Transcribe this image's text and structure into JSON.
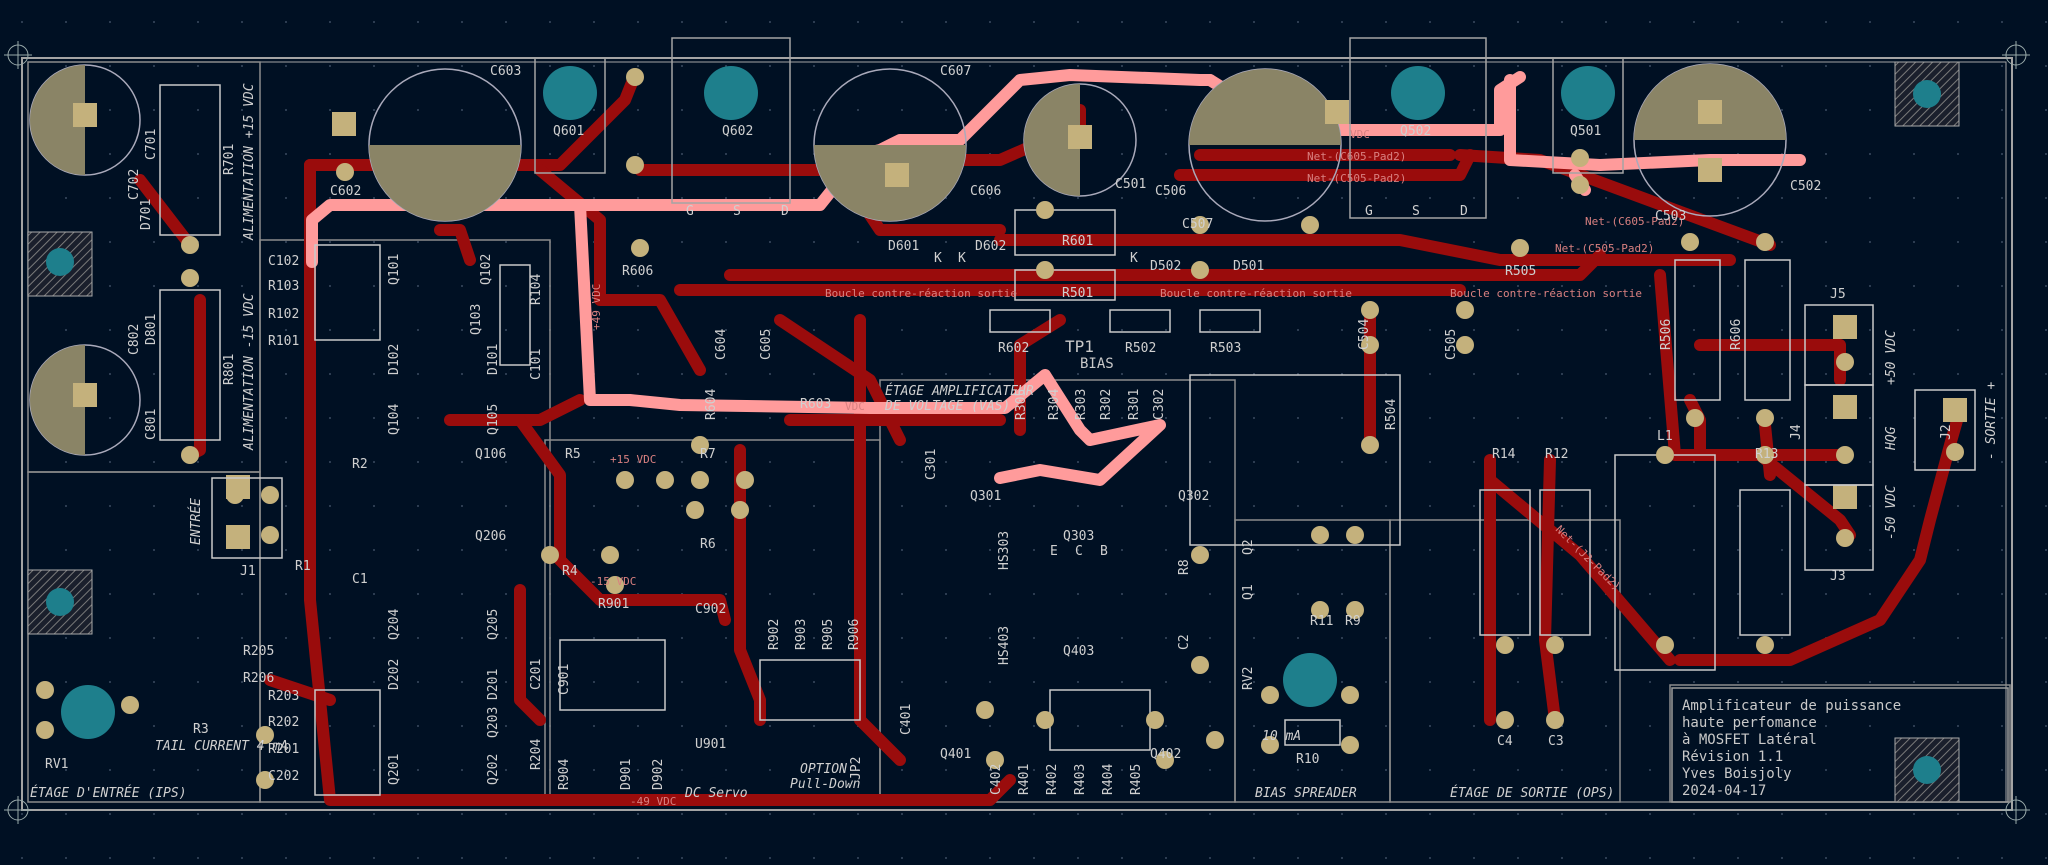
{
  "colors": {
    "background": "#001023",
    "board_outline": "#a4a4a4",
    "silkscreen": "#d0d0d0",
    "copper_trace": "#9a0c0c",
    "highlighted_trace": "#ff9b9b",
    "pad": "#c4b17c",
    "hole": "#1e7f8c"
  },
  "sections": {
    "ips": "ÉTAGE D'ENTRÉE (IPS)",
    "vas_l1": "ÉTAGE AMPLIFICATEUR",
    "vas_l2": "DE VOLTAGE (VAS)",
    "dc_servo": "DC Servo",
    "bias": "BIAS SPREADER",
    "ops": "ÉTAGE DE SORTIE (OPS)",
    "alim_pos": "ALIMENTATION +15 VDC",
    "alim_neg": "ALIMENTATION -15 VDC",
    "option_l1": "OPTION",
    "option_l2": "Pull-Down",
    "tail_current": "TAIL CURRENT 4 mA",
    "bias_current": "10 mA",
    "entree": "ENTRÉE",
    "sortie": "- SORTIE +",
    "tp1": "TP1",
    "tp1_sub": "BIAS",
    "v49": "+49 VDC",
    "v15": "+15 VDC",
    "vn15": "-15 VDC",
    "vn49": "-49 VDC",
    "v50": "+50 VDC",
    "vn50": "-50 VDC",
    "hq": "HQG",
    "vdc": "VDC"
  },
  "title_block": [
    "Amplificateur de puissance",
    "haute perfomance",
    "à MOSFET Latéral",
    "Révision 1.1",
    "Yves Boisjoly",
    "2024-04-17"
  ],
  "net_labels": {
    "c605_a": "Net-(C605-Pad2)",
    "c605_b": "Net-(C505-Pad2)",
    "c605_c": "Net-(C605-Pad2)",
    "c505": "Net-(C505-Pad2)",
    "j2": "Net-(J2-Pad2)",
    "boucle": "Boucle contre-réaction sortie"
  },
  "refs": {
    "C603": "C603",
    "C607": "C607",
    "Q601": "Q601",
    "Q602": "Q602",
    "Q502": "Q502",
    "Q501": "Q501",
    "C701": "C701",
    "R701": "R701",
    "C702": "C702",
    "D701": "D701",
    "C602": "C602",
    "C606": "C606",
    "C501": "C501",
    "C506": "C506",
    "C503": "C503",
    "C502": "C502",
    "C507": "C507",
    "R601": "R601",
    "R501": "R501",
    "D601": "D601",
    "D602": "D602",
    "D502": "D502",
    "D501": "D501",
    "R606": "R606",
    "R505": "R505",
    "C102": "C102",
    "R103": "R103",
    "R102": "R102",
    "R101": "R101",
    "Q101": "Q101",
    "Q102": "Q102",
    "Q103": "Q103",
    "R104": "R104",
    "D102": "D102",
    "D101": "D101",
    "C101": "C101",
    "Q104": "Q104",
    "Q105": "Q105",
    "C802": "C802",
    "D801": "D801",
    "R801": "R801",
    "C801": "C801",
    "C604": "C604",
    "C605": "C605",
    "R602": "R602",
    "R502": "R502",
    "R503": "R503",
    "C504": "C504",
    "C505": "C505",
    "R504": "R504",
    "R603": "R603",
    "R604": "R604",
    "R506": "R506",
    "R606b": "R606",
    "J5": "J5",
    "J4": "J4",
    "J3": "J3",
    "J2": "J2",
    "J1": "J1",
    "R1": "R1",
    "R2": "R2",
    "C1": "C1",
    "Q106": "Q106",
    "Q206": "Q206",
    "R5": "R5",
    "R4": "R4",
    "R6": "R6",
    "R7": "R7",
    "C301": "C301",
    "Q301": "Q301",
    "Q302": "Q302",
    "R305": "R305",
    "R304": "R304",
    "R303": "R303",
    "R302": "R302",
    "R301": "R301",
    "C302": "C302",
    "Q303": "Q303",
    "Q403": "Q403",
    "HS303": "HS303",
    "HS403": "HS403",
    "R8": "R8",
    "C2": "C2",
    "Q2": "Q2",
    "Q1": "Q1",
    "R11": "R11",
    "R9": "R9",
    "RV2": "RV2",
    "R10": "R10",
    "R14": "R14",
    "R12": "R12",
    "R13": "R13",
    "L1": "L1",
    "C4": "C4",
    "C3": "C3",
    "RV1": "RV1",
    "R205": "R205",
    "R206": "R206",
    "R3": "R3",
    "R203": "R203",
    "R202": "R202",
    "R201": "R201",
    "C202": "C202",
    "Q204": "Q204",
    "Q205": "Q205",
    "D202": "D202",
    "D201": "D201",
    "C201": "C201",
    "Q203": "Q203",
    "Q201": "Q201",
    "Q202": "Q202",
    "R204": "R204",
    "R901": "R901",
    "C902": "C902",
    "C901": "C901",
    "R902": "R902",
    "R903": "R903",
    "R905": "R905",
    "R906": "R906",
    "U901": "U901",
    "R904": "R904",
    "D901": "D901",
    "D902": "D902",
    "JP2": "JP2",
    "C401": "C401",
    "Q401": "Q401",
    "Q402": "Q402",
    "C402": "C402",
    "R401": "R401",
    "R402": "R402",
    "R403": "R403",
    "R404": "R404",
    "R405": "R405"
  },
  "pin_letters": {
    "G": "G",
    "S": "S",
    "D": "D",
    "E": "E",
    "C": "C",
    "B": "B",
    "K": "K"
  }
}
